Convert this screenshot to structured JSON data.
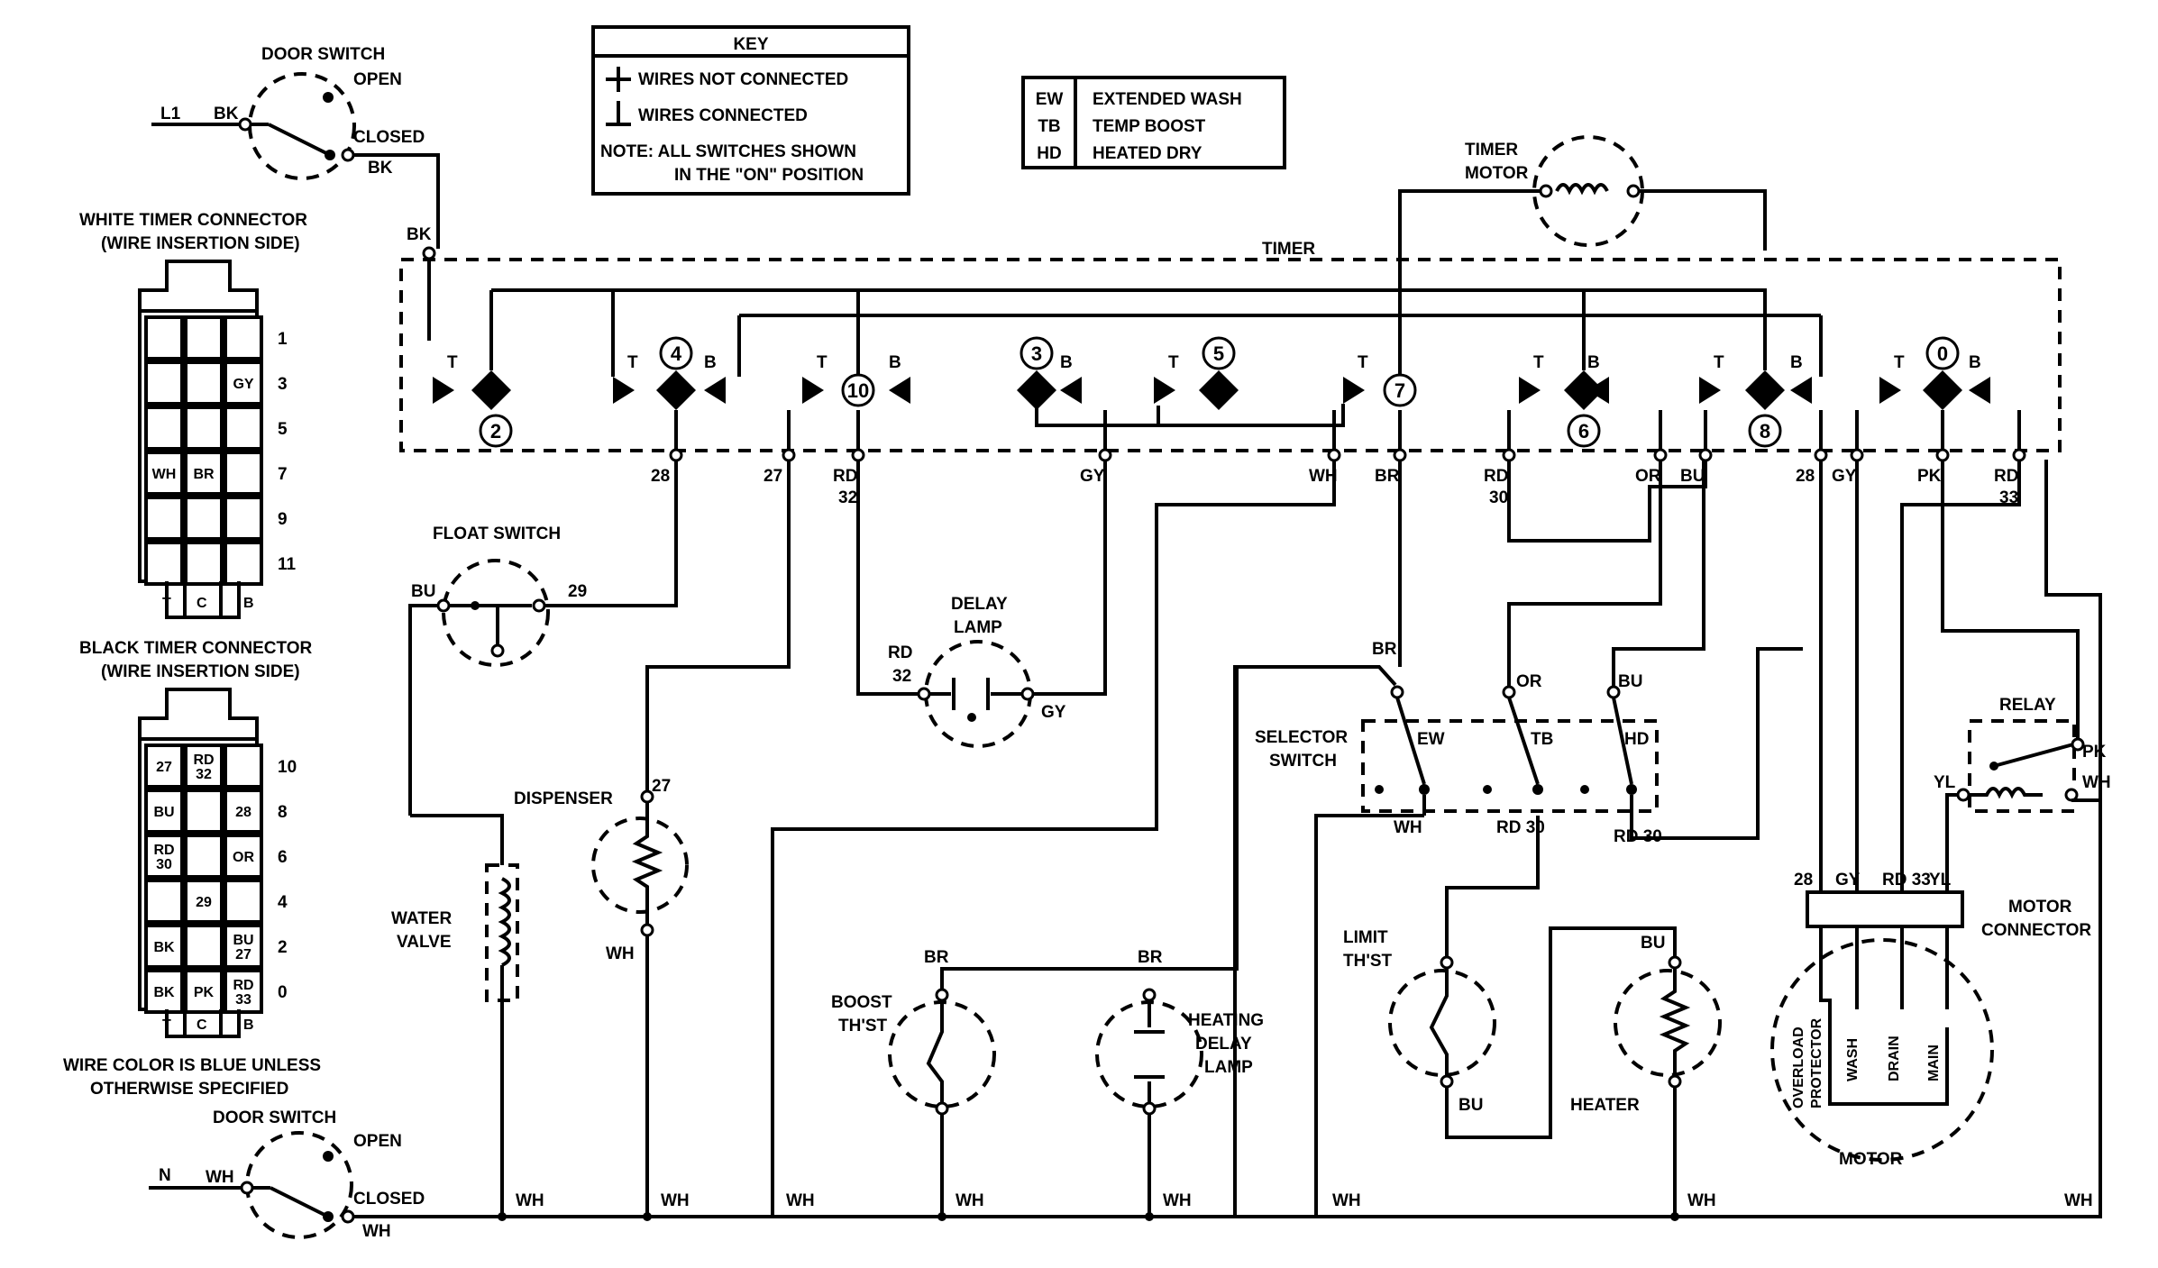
{
  "key": {
    "title": "KEY",
    "not_connected": "WIRES NOT CONNECTED",
    "connected": "WIRES CONNECTED",
    "note_line1": "NOTE: ALL SWITCHES SHOWN",
    "note_line2": "IN THE \"ON\" POSITION"
  },
  "abbrev": [
    {
      "code": "EW",
      "meaning": "EXTENDED WASH"
    },
    {
      "code": "TB",
      "meaning": "TEMP BOOST"
    },
    {
      "code": "HD",
      "meaning": "HEATED DRY"
    }
  ],
  "door_switch_top": {
    "title": "DOOR SWITCH",
    "open": "OPEN",
    "closed": "CLOSED",
    "line": "L1",
    "in_color": "BK",
    "out_color": "BK"
  },
  "door_switch_bottom": {
    "title": "DOOR SWITCH",
    "open": "OPEN",
    "closed": "CLOSED",
    "line": "N",
    "in_color": "WH",
    "out_color": "WH"
  },
  "white_connector": {
    "title1": "WHITE TIMER CONNECTOR",
    "title2": "(WIRE INSERTION SIDE)",
    "row_labels": [
      "1",
      "3",
      "5",
      "7",
      "9",
      "11"
    ],
    "cells": [
      "",
      "",
      "",
      "",
      "",
      "GY",
      "",
      "",
      "",
      "WH",
      "BR",
      "",
      "",
      "",
      "",
      "",
      "",
      ""
    ],
    "bottom": [
      "T",
      "C",
      "B"
    ]
  },
  "black_connector": {
    "title1": "BLACK TIMER CONNECTOR",
    "title2": "(WIRE INSERTION SIDE)",
    "row_labels": [
      "10",
      "8",
      "6",
      "4",
      "2",
      "0"
    ],
    "cells": [
      "27",
      "RD 32",
      "",
      "BU",
      "",
      "28",
      "RD 30",
      "",
      "OR",
      "",
      "29",
      "",
      "BK",
      "",
      "BU 27",
      "BK",
      "PK",
      "RD 33"
    ],
    "bottom": [
      "T",
      "C",
      "B"
    ]
  },
  "wire_color_note1": "WIRE COLOR IS BLUE UNLESS",
  "wire_color_note2": "OTHERWISE SPECIFIED",
  "timer": {
    "title": "TIMER",
    "motor_label1": "TIMER",
    "motor_label2": "MOTOR",
    "contact_numbers": [
      "2",
      "4",
      "10",
      "3",
      "5",
      "7",
      "6",
      "8",
      "0"
    ],
    "tb_letters": [
      "T",
      "T",
      "B",
      "T",
      "B",
      "B",
      "T",
      "T",
      "T",
      "B",
      "T",
      "B",
      "T",
      "B"
    ],
    "wire_labels": [
      {
        "top": "28",
        "bottom": ""
      },
      {
        "top": "27",
        "bottom": ""
      },
      {
        "top": "RD",
        "bottom": "32"
      },
      {
        "top": "GY",
        "bottom": ""
      },
      {
        "top": "WH",
        "bottom": ""
      },
      {
        "top": "BR",
        "bottom": ""
      },
      {
        "top": "RD",
        "bottom": "30"
      },
      {
        "top": "OR",
        "bottom": ""
      },
      {
        "top": "BU",
        "bottom": ""
      },
      {
        "top": "28",
        "bottom": ""
      },
      {
        "top": "GY",
        "bottom": ""
      },
      {
        "top": "PK",
        "bottom": ""
      },
      {
        "top": "RD",
        "bottom": "33"
      }
    ],
    "bk_feed": "BK"
  },
  "float_switch": {
    "title": "FLOAT SWITCH",
    "left": "BU",
    "right": "29"
  },
  "water_valve": {
    "line1": "WATER",
    "line2": "VALVE"
  },
  "dispenser": {
    "title": "DISPENSER",
    "top": "27",
    "bottom": "WH"
  },
  "delay_lamp": {
    "line1": "DELAY",
    "line2": "LAMP",
    "left1": "RD",
    "left2": "32",
    "right": "GY"
  },
  "selector": {
    "title1": "SELECTOR",
    "title2": "SWITCH",
    "top_labels": [
      "BR",
      "OR",
      "BU"
    ],
    "contacts": [
      "EW",
      "TB",
      "HD"
    ],
    "bottom_labels": [
      "WH",
      "RD 30",
      "RD 30"
    ]
  },
  "boost": {
    "title1": "BOOST",
    "title2": "TH'ST",
    "top": "BR"
  },
  "heating_lamp": {
    "title1": "HEATING",
    "title2": "DELAY",
    "title3": "LAMP",
    "top": "BR"
  },
  "limit": {
    "title1": "LIMIT",
    "title2": "TH'ST",
    "bottom": "BU"
  },
  "heater": {
    "title": "HEATER",
    "top": "BU"
  },
  "relay": {
    "title": "RELAY",
    "pk": "PK",
    "wh": "WH",
    "yl": "YL"
  },
  "motor_connector": {
    "title1": "MOTOR",
    "title2": "CONNECTOR",
    "labels": [
      "28",
      "GY",
      "RD 33",
      "YL"
    ]
  },
  "motor": {
    "title": "MOTOR",
    "overload1": "OVERLOAD",
    "overload2": "PROTECTOR",
    "windings": [
      "WASH",
      "DRAIN",
      "MAIN"
    ]
  },
  "bottom_wh": [
    "WH",
    "WH",
    "WH",
    "WH",
    "WH",
    "WH",
    "WH",
    "WH"
  ]
}
